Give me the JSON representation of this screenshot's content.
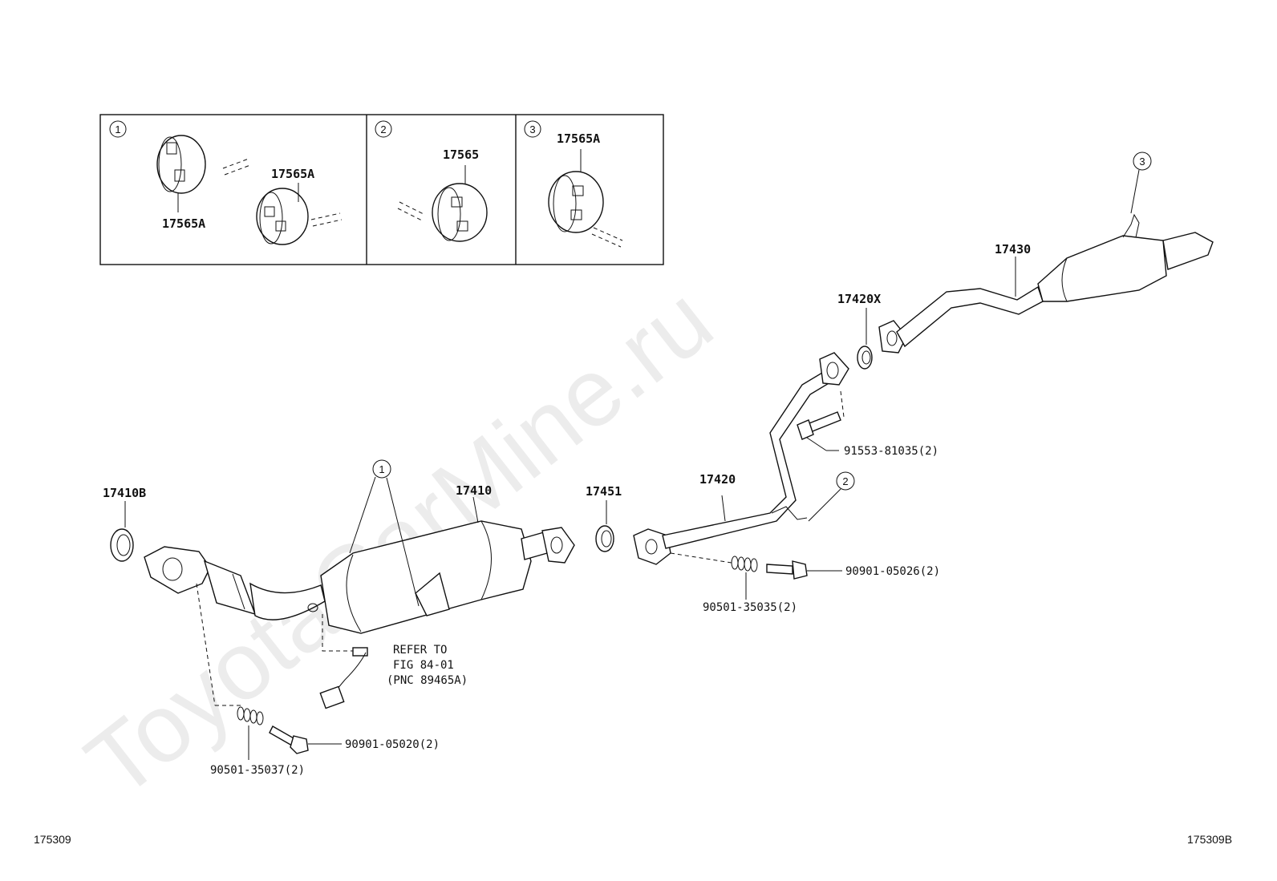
{
  "watermark": "ToyotaCarMine.ru",
  "footer": {
    "left": "175309",
    "right": "175309B"
  },
  "inset": {
    "panels": [
      {
        "marker": "1",
        "labels": [
          "17565A",
          "17565A"
        ]
      },
      {
        "marker": "2",
        "labels": [
          "17565"
        ]
      },
      {
        "marker": "3",
        "labels": [
          "17565A"
        ]
      }
    ]
  },
  "parts": {
    "p17410B": "17410B",
    "p17410": "17410",
    "p17451": "17451",
    "p17420": "17420",
    "p17420X": "17420X",
    "p17430": "17430",
    "p91553": "91553-81035(2)",
    "p90901_26": "90901-05026(2)",
    "p90501_35": "90501-35035(2)",
    "p90901_20": "90901-05020(2)",
    "p90501_37": "90501-35037(2)"
  },
  "refer": {
    "line1": "REFER TO",
    "line2": "FIG 84-01",
    "line3": "(PNC 89465A)"
  },
  "markers": {
    "m1": "1",
    "m2": "2",
    "m3": "3"
  }
}
